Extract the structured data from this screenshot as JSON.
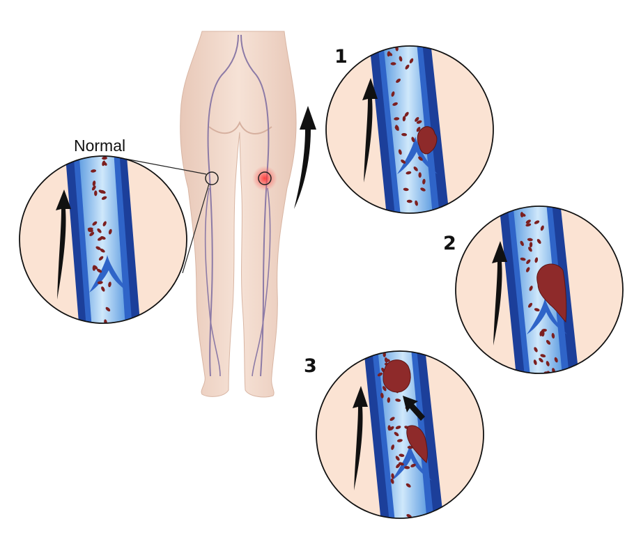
{
  "labels": {
    "normal": "Normal",
    "stage1": "1",
    "stage2": "2",
    "stage3": "3"
  },
  "colors": {
    "skin": "#f3d9cc",
    "skin_shadow": "#e2bfae",
    "vein_line": "#8c7aa6",
    "vessel_wall_dark": "#1c3f9a",
    "vessel_wall": "#2f64c8",
    "vessel_lumen": "#a9d3f2",
    "blood_cell": "#7c1f1f",
    "clot": "#8e2a2a",
    "circle_fill": "#fbe3d3",
    "inflammation": "#e23b3b"
  }
}
